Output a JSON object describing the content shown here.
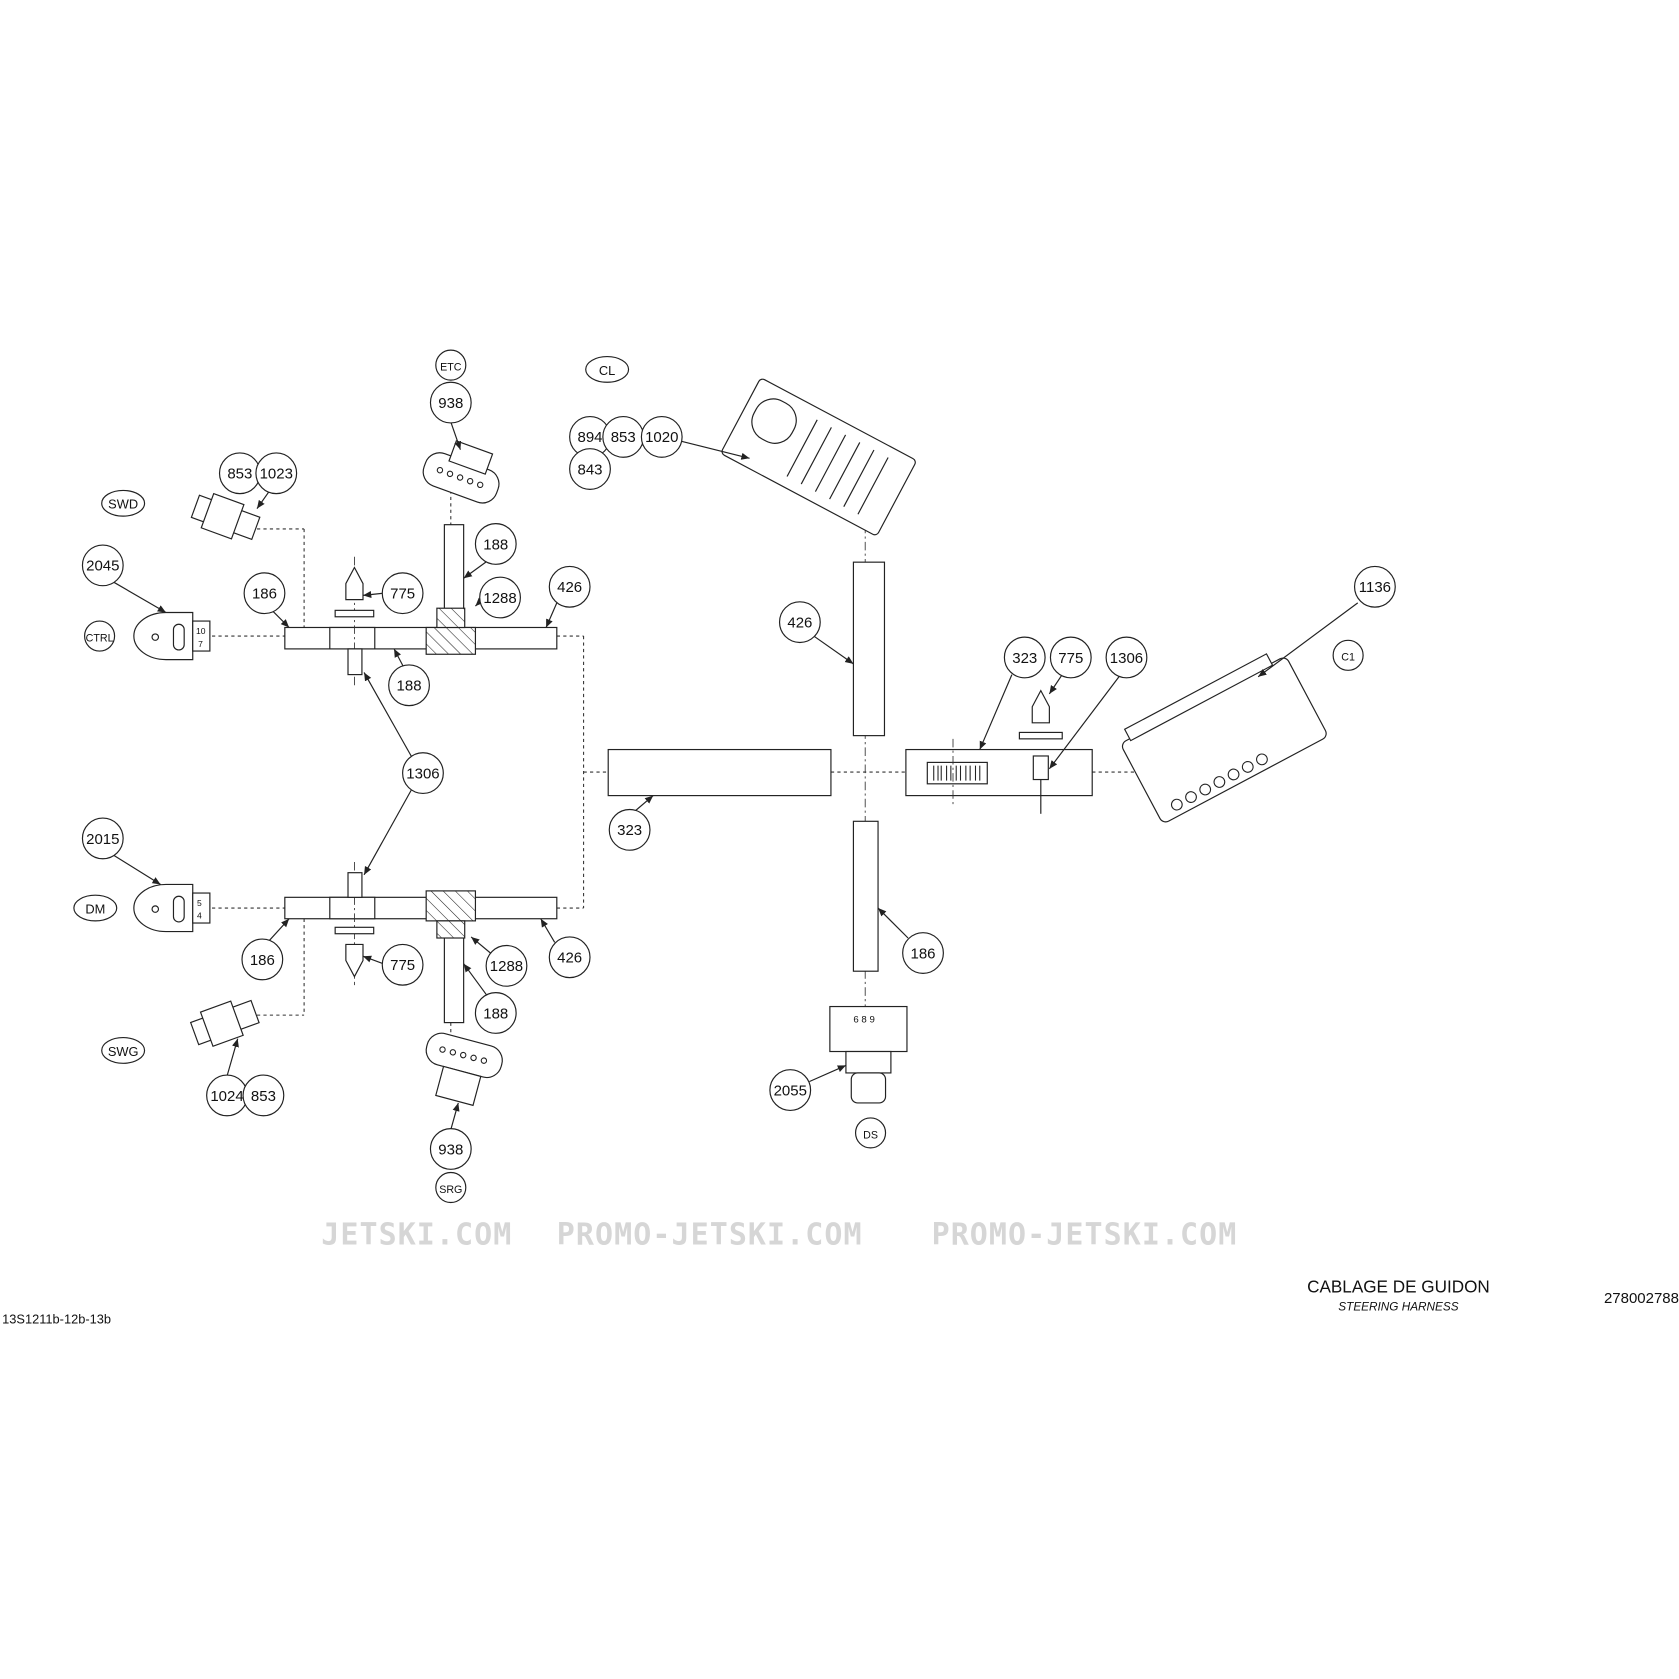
{
  "title": {
    "fr": "CABLAGE DE GUIDON",
    "en": "STEERING HARNESS",
    "part_number": "278002788",
    "drawing_ref": "13S1211b-12b-13b"
  },
  "watermark": [
    "JETSKI.COM",
    "PROMO-JETSKI.COM",
    "PROMO-JETSKI.COM"
  ],
  "callouts": [
    "ETC",
    "938",
    "CL",
    "894",
    "853",
    "1020",
    "843",
    "853",
    "1023",
    "SWD",
    "2045",
    "CTRL",
    "186",
    "775",
    "188",
    "1288",
    "426",
    "188",
    "1306",
    "426",
    "323",
    "775",
    "1306",
    "1136",
    "C1",
    "323",
    "2015",
    "DM",
    "186",
    "775",
    "1288",
    "426",
    "188",
    "SWG",
    "1024",
    "853",
    "938",
    "SRG",
    "186",
    "2055",
    "DS"
  ],
  "connector_marks": {
    "ctrl_pins": [
      "10",
      "7"
    ],
    "dm_pins": [
      "5",
      "4"
    ],
    "ds_pins": "6 8 9"
  }
}
